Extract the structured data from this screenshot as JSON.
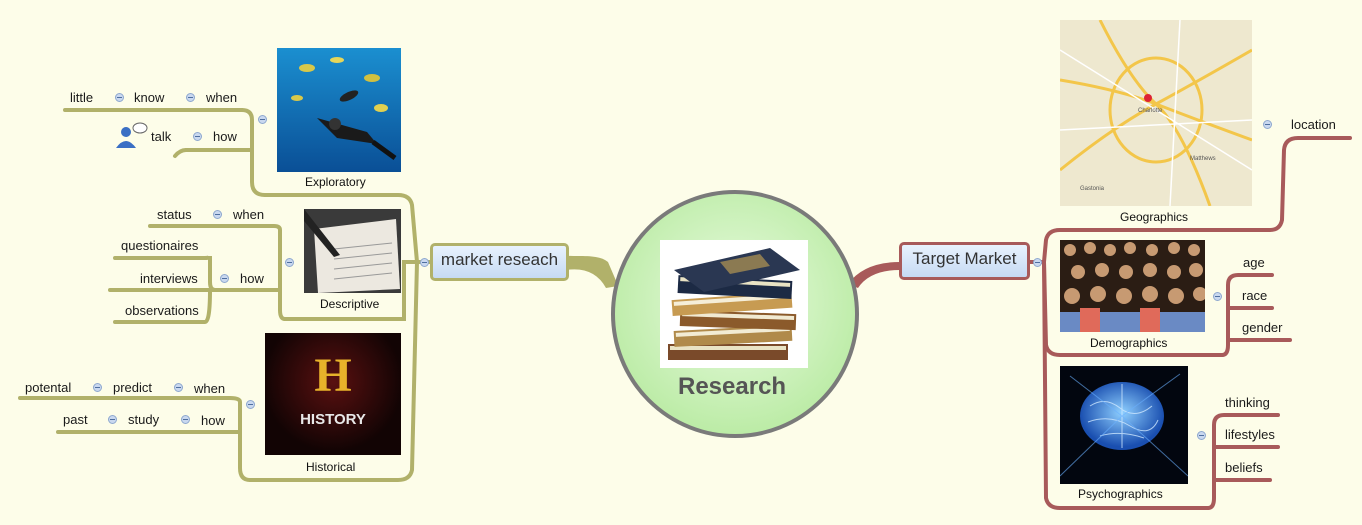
{
  "central": {
    "title": "Research"
  },
  "left_branch": {
    "label": "market reseach",
    "groups": [
      {
        "caption": "Exploratory",
        "rows": [
          [
            "little",
            "know",
            "when"
          ],
          [
            "talk",
            "how"
          ]
        ]
      },
      {
        "caption": "Descriptive",
        "rows": [
          [
            "status",
            "when"
          ],
          [
            "questionaires"
          ],
          [
            "interviews",
            "how"
          ],
          [
            "observations"
          ]
        ]
      },
      {
        "caption": "Historical",
        "rows": [
          [
            "potental",
            "predict",
            "when"
          ],
          [
            "past",
            "study",
            "how"
          ]
        ]
      }
    ]
  },
  "right_branch": {
    "label": "Target Market",
    "groups": [
      {
        "caption": "Geographics",
        "items": [
          "location"
        ]
      },
      {
        "caption": "Demographics",
        "items": [
          "age",
          "race",
          "gender"
        ]
      },
      {
        "caption": "Psychographics",
        "items": [
          "thinking",
          "lifestyles",
          "beliefs"
        ]
      }
    ]
  },
  "history_logo": {
    "letter": "H",
    "word": "HISTORY"
  },
  "colors": {
    "background": "#fdfde9",
    "left_line": "#b1b16a",
    "right_line": "#a85a5a",
    "central_fill": "#c8f0b4",
    "central_border": "#7a7a7a",
    "title_text": "#555555"
  }
}
